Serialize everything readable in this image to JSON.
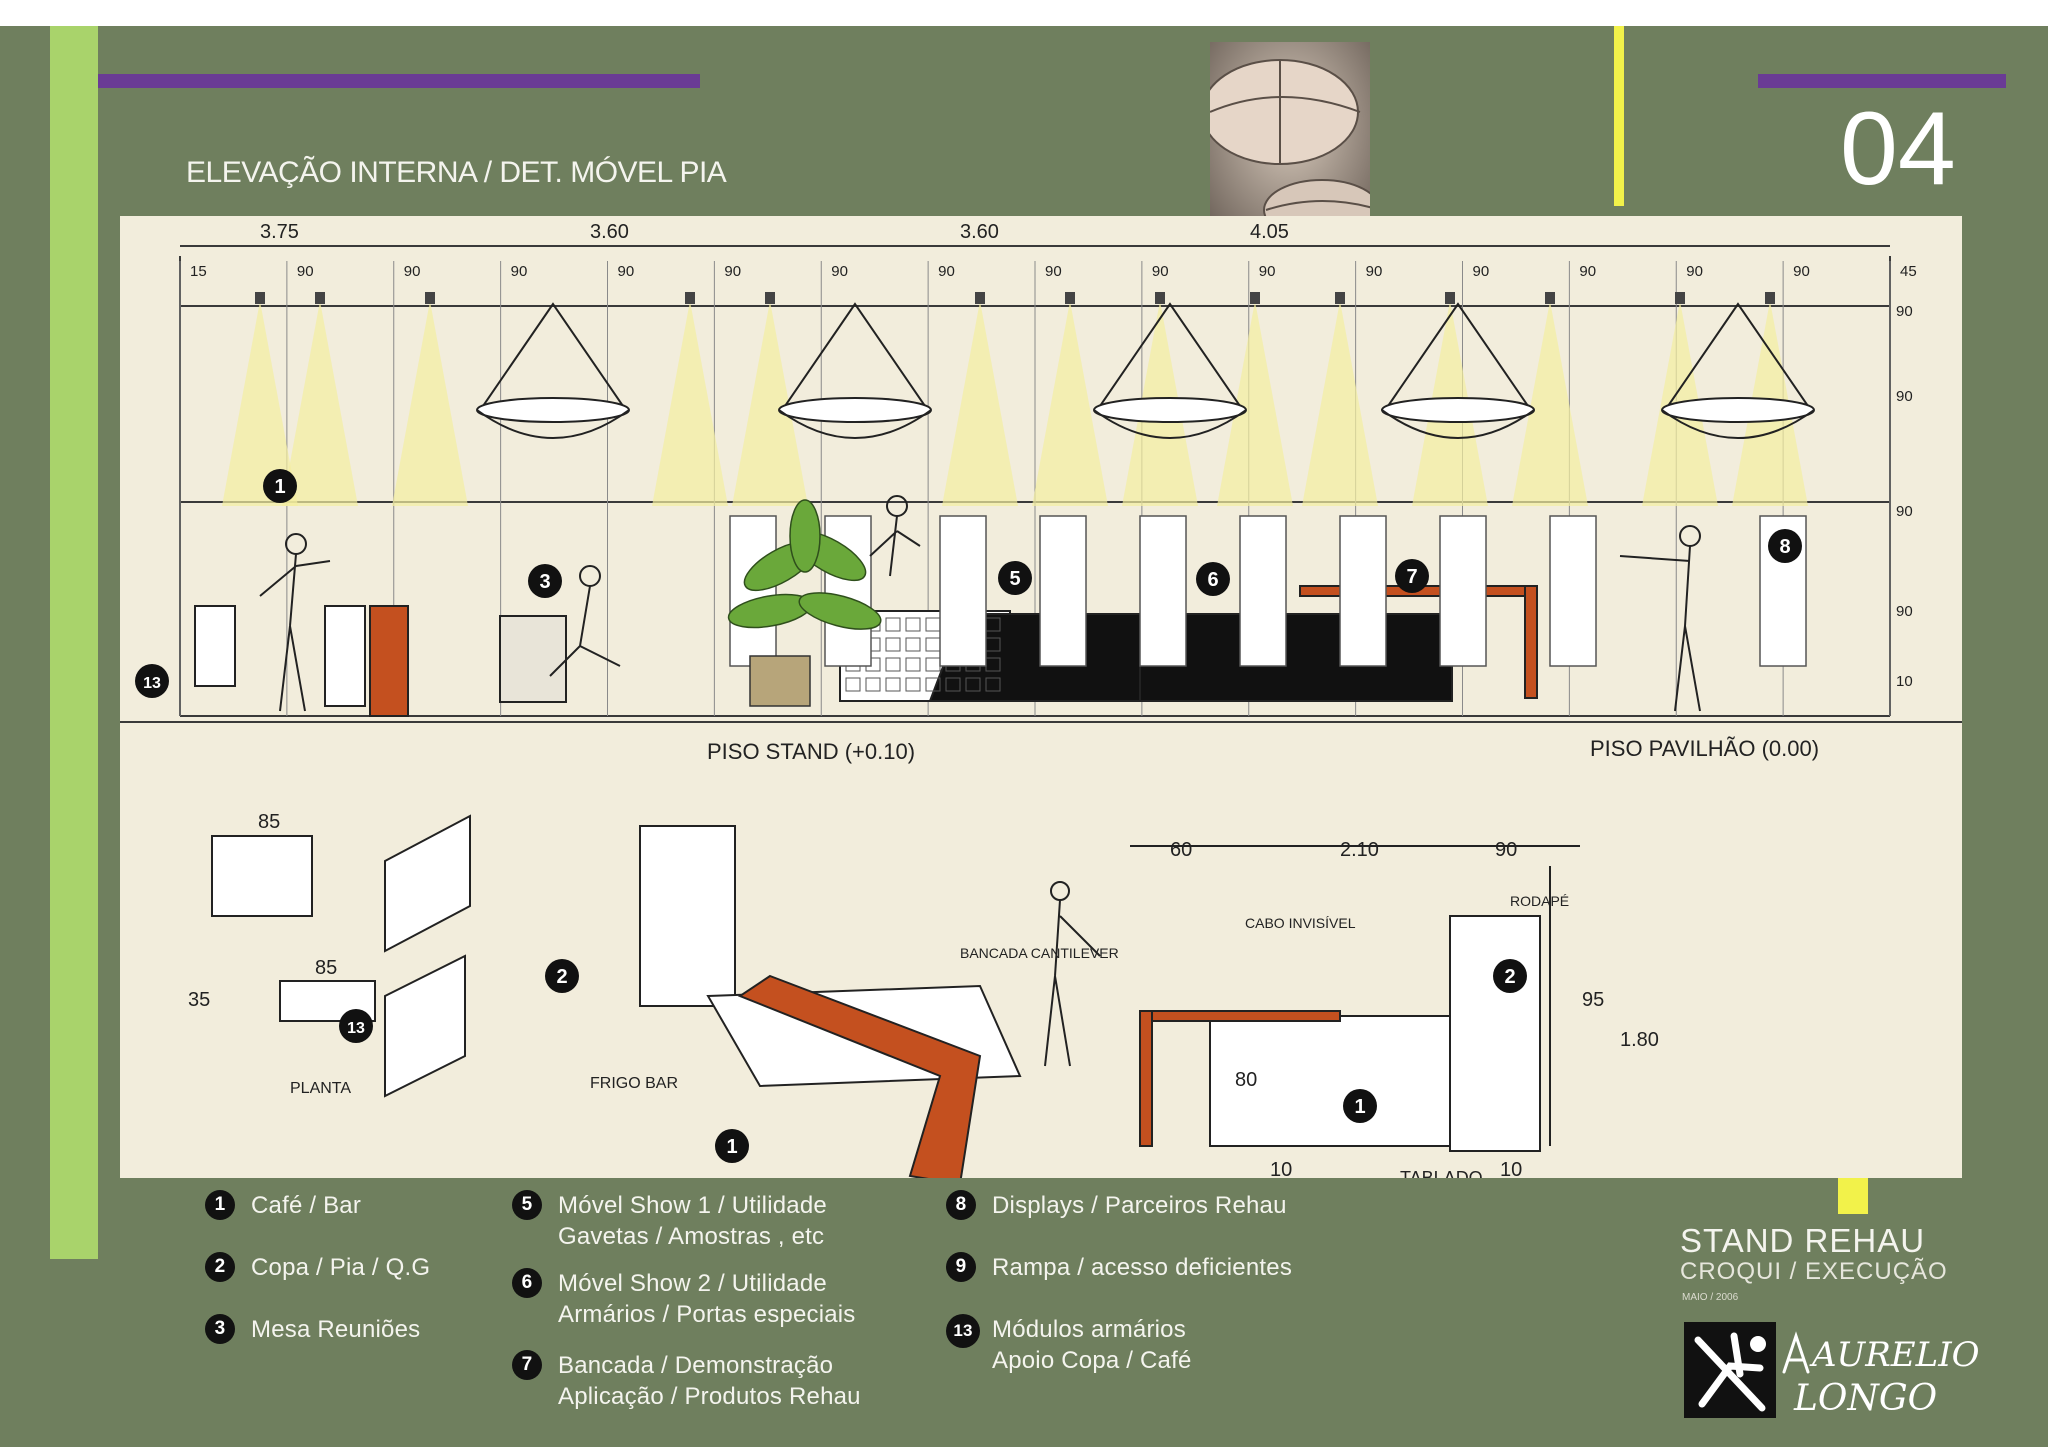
{
  "header": {
    "title": "ELEVAÇÃO INTERNA / DET. MÓVEL PIA",
    "page_number": "04"
  },
  "drawing": {
    "top_dims": [
      "3.75",
      "3.60",
      "3.60",
      "4.05"
    ],
    "module_dims": [
      "15",
      "90",
      "90",
      "90",
      "90",
      "90",
      "90",
      "90",
      "90",
      "90",
      "90",
      "90",
      "90",
      "90",
      "90",
      "90",
      "45"
    ],
    "right_dims": [
      "90",
      "90",
      "90",
      "90",
      "10"
    ],
    "floor_labels": {
      "stand": "PISO STAND (+0.10)",
      "pavilion": "PISO PAVILHÃO (0.00)"
    },
    "detail_dims": [
      "60",
      "2.10",
      "90",
      "95",
      "1.80",
      "80",
      "85",
      "35",
      "85",
      "10",
      "10"
    ],
    "notes": [
      "PLANTA",
      "FRIGO BAR",
      "TABLADO",
      "RODAPÉ",
      "BANCADA CANTILEVER",
      "CABO INVISÍVEL"
    ]
  },
  "legend": {
    "col1": [
      {
        "num": "1",
        "text": "Café / Bar"
      },
      {
        "num": "2",
        "text": "Copa / Pia / Q.G"
      },
      {
        "num": "3",
        "text": "Mesa Reuniões"
      }
    ],
    "col2": [
      {
        "num": "5",
        "line1": "Móvel Show 1 / Utilidade",
        "line2": "Gavetas / Amostras , etc"
      },
      {
        "num": "6",
        "line1": "Móvel Show 2 / Utilidade",
        "line2": "Armários / Portas especiais"
      },
      {
        "num": "7",
        "line1": "Bancada / Demonstração",
        "line2": "Aplicação / Produtos Rehau"
      }
    ],
    "col3": [
      {
        "num": "8",
        "line1": "Displays / Parceiros Rehau"
      },
      {
        "num": "9",
        "line1": "Rampa / acesso deficientes"
      },
      {
        "num": "13",
        "line1": "Módulos armários",
        "line2": "Apoio Copa / Café"
      }
    ]
  },
  "project": {
    "name": "STAND REHAU",
    "subtitle": "CROQUI / EXECUÇÃO",
    "date": "MAIO / 2006",
    "author_line1": "AURELIO",
    "author_line2": "LONGO"
  },
  "colors": {
    "board": "#6f7f5e",
    "sheet": "#f2eddc",
    "accent_green": "#a9d36b",
    "accent_purple": "#6a3b95",
    "accent_yellow": "#f2f24a",
    "wood": "#c4501f"
  }
}
